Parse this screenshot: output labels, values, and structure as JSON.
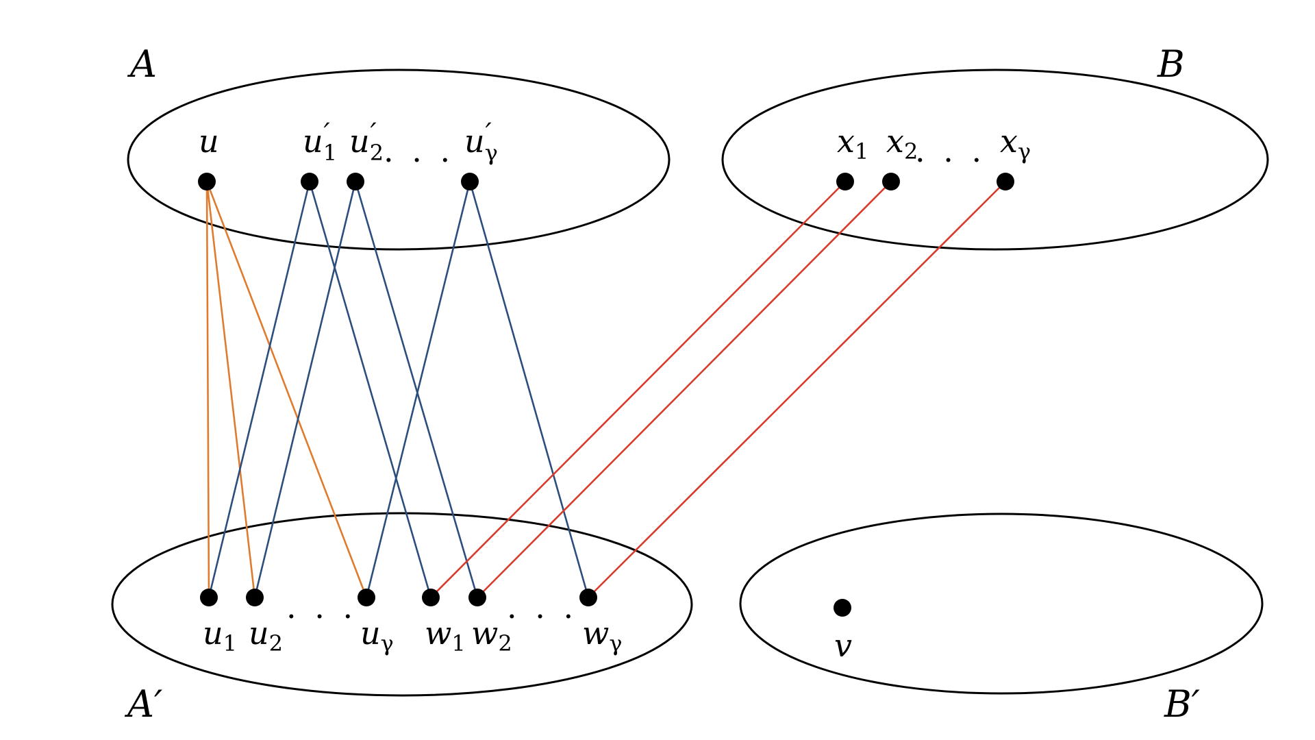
{
  "sets": [
    {
      "id": "A",
      "label": "A"
    },
    {
      "id": "B",
      "label": "B"
    },
    {
      "id": "Ap",
      "label": "A′"
    },
    {
      "id": "Bp",
      "label": "B′"
    }
  ],
  "vertices": [
    {
      "id": "u",
      "base": "u",
      "prime": "",
      "sub": ""
    },
    {
      "id": "u1p",
      "base": "u",
      "prime": "′",
      "sub": "1"
    },
    {
      "id": "u2p",
      "base": "u",
      "prime": "′",
      "sub": "2"
    },
    {
      "id": "ugp",
      "base": "u",
      "prime": "′",
      "sub": "γ"
    },
    {
      "id": "x1",
      "base": "x",
      "prime": "",
      "sub": "1"
    },
    {
      "id": "x2",
      "base": "x",
      "prime": "",
      "sub": "2"
    },
    {
      "id": "xg",
      "base": "x",
      "prime": "",
      "sub": "γ"
    },
    {
      "id": "u1",
      "base": "u",
      "prime": "",
      "sub": "1"
    },
    {
      "id": "u2",
      "base": "u",
      "prime": "",
      "sub": "2"
    },
    {
      "id": "ug",
      "base": "u",
      "prime": "",
      "sub": "γ"
    },
    {
      "id": "w1",
      "base": "w",
      "prime": "",
      "sub": "1"
    },
    {
      "id": "w2",
      "base": "w",
      "prime": "",
      "sub": "2"
    },
    {
      "id": "wg",
      "base": "w",
      "prime": "",
      "sub": "γ"
    },
    {
      "id": "v",
      "base": "v",
      "prime": "",
      "sub": ""
    }
  ],
  "ellipsis_text": ". . .",
  "edge_colors": {
    "orange": "#E07B2E",
    "blue": "#2B4E7E",
    "red": "#D93B2B"
  },
  "edges": [
    {
      "from": "u",
      "to": "u1",
      "color": "orange"
    },
    {
      "from": "u",
      "to": "u2",
      "color": "orange"
    },
    {
      "from": "u",
      "to": "ug",
      "color": "orange"
    },
    {
      "from": "u1p",
      "to": "u1",
      "color": "blue"
    },
    {
      "from": "u1p",
      "to": "w1",
      "color": "blue"
    },
    {
      "from": "u2p",
      "to": "u2",
      "color": "blue"
    },
    {
      "from": "u2p",
      "to": "w2",
      "color": "blue"
    },
    {
      "from": "ugp",
      "to": "ug",
      "color": "blue"
    },
    {
      "from": "ugp",
      "to": "wg",
      "color": "blue"
    },
    {
      "from": "x1",
      "to": "w1",
      "color": "red"
    },
    {
      "from": "x2",
      "to": "w2",
      "color": "red"
    },
    {
      "from": "xg",
      "to": "wg",
      "color": "red"
    }
  ]
}
